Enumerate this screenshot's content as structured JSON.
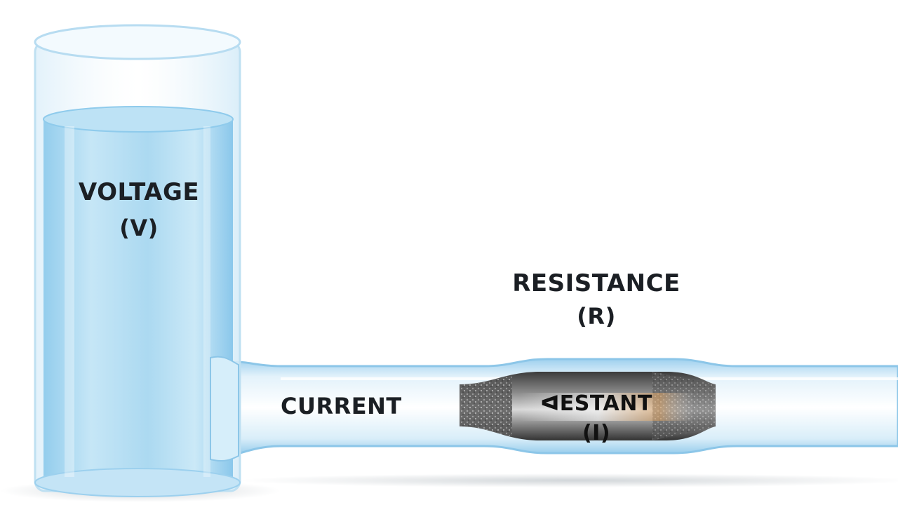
{
  "diagram": {
    "voltage_label": "VOLTAGE",
    "voltage_symbol": "(V)",
    "resistance_label": "RESISTANCE",
    "resistance_symbol": "(R)",
    "current_label": "CURRENT",
    "resistor_text": "ᐊESTANT",
    "resistor_symbol": "(I)"
  },
  "colors": {
    "water": "#a9d6ef",
    "water_dark": "#7fc0e6",
    "glass_edge": "#bfe0f2",
    "pipe": "#cfe8f7",
    "text": "#1b1f24",
    "resistor_body": "#6b6b6b"
  }
}
